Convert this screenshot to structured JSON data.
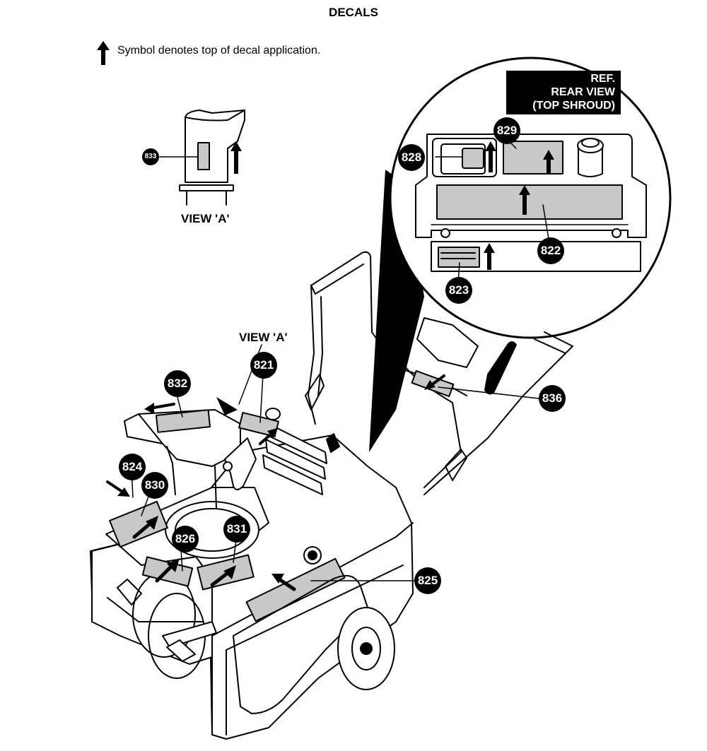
{
  "page": {
    "title": "DECALS",
    "legend_text": "Symbol denotes top of decal application.",
    "legend_icon": "up-arrow-icon"
  },
  "views": {
    "view_a_label": "VIEW 'A'",
    "view_a_pointer_label": "VIEW 'A'",
    "ref_line_1": "REF.",
    "ref_line_2": "REAR VIEW",
    "ref_line_3": "(TOP SHROUD)"
  },
  "callouts": {
    "c821": "821",
    "c822": "822",
    "c823": "823",
    "c824": "824",
    "c825": "825",
    "c826": "826",
    "c828": "828",
    "c829": "829",
    "c830": "830",
    "c831": "831",
    "c832": "832",
    "c833": "833",
    "c836": "836"
  },
  "colors": {
    "decal_fill": "#c8c8c8",
    "outline": "#000000",
    "callout_fill": "#000000",
    "callout_text": "#ffffff"
  }
}
